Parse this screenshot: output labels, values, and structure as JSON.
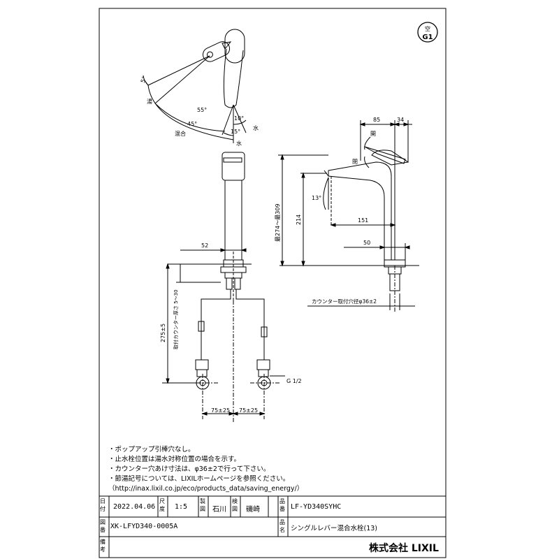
{
  "badge": {
    "top": "空",
    "bottom": "G1"
  },
  "top_view": {
    "angle_5": "5°",
    "angle_55": "55°",
    "angle_45": "45°",
    "angle_10": "10°",
    "angle_15": "15°",
    "label_hot": "湯",
    "label_mix": "混合",
    "label_water_right": "水",
    "label_water_bottom": "水"
  },
  "side_view": {
    "dim_85": "85",
    "dim_34": "34",
    "label_open": "開",
    "label_close": "閉",
    "angle_13": "13°",
    "dim_height_range": "最274～最309",
    "dim_214": "214",
    "dim_151": "151",
    "dim_50": "50",
    "counter_hole": "カウンター取付穴径φ36±2"
  },
  "front_view": {
    "dim_52": "52",
    "dim_275": "275±5",
    "counter_thickness": "取付カウンター厚さ 5～30",
    "thread": "G 1/2",
    "dim_75_left": "75±25",
    "dim_75_right": "75±25"
  },
  "notes": [
    "・ポップアップ引棒穴なし。",
    "・止水栓位置は湯水対称位置の場合を示す。",
    "・カウンター穴あけ寸法は、φ36±2で行って下さい。",
    "・節湯記号については、LIXILホームページを参照ください。",
    "（http://inax.lixil.co.jp/eco/products_data/saving_energy/）"
  ],
  "title_block": {
    "lbl_date": "日付",
    "date": "2022.04.06",
    "lbl_scale": "尺度",
    "scale": "1:5",
    "lbl_drawn": "製図",
    "drawn": "石川",
    "lbl_check": "検図",
    "check": "磯崎",
    "lbl_part": "品番",
    "part": "LF-YD340SYHC",
    "lbl_dwg": "図番",
    "dwg": "XK-LFYD340-0005A",
    "lbl_name": "品名",
    "name": "シングルレバー混合水栓(13)",
    "lbl_remark": "備考",
    "company": "株式会社 LIXIL"
  }
}
